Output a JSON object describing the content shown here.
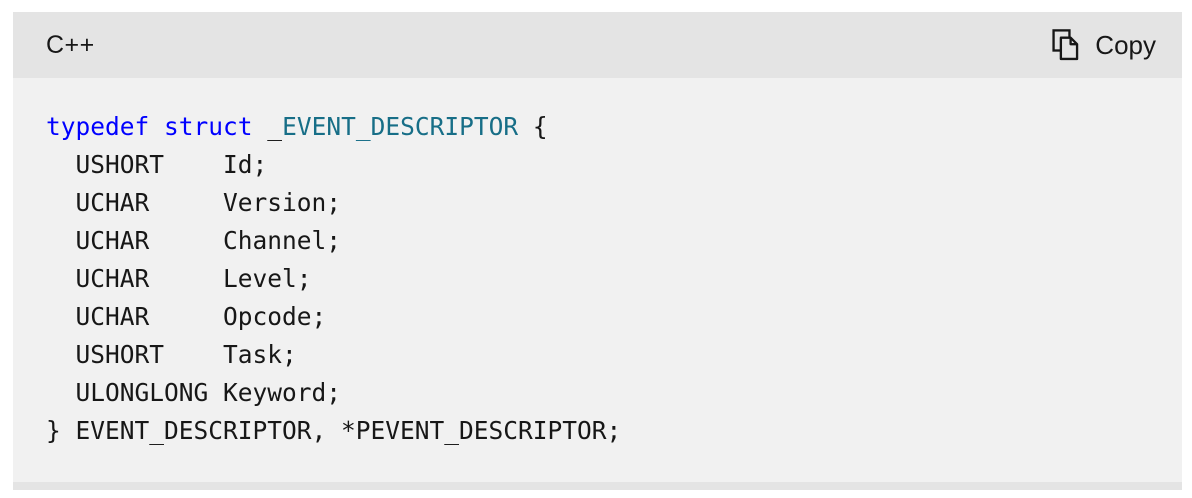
{
  "header": {
    "language_label": "C++",
    "copy_label": "Copy"
  },
  "colors": {
    "page_bg": "#ffffff",
    "header_bg": "#e4e4e4",
    "body_bg": "#f1f1f1",
    "text": "#171717",
    "keyword": "#0000ff",
    "type": "#176e87"
  },
  "code": {
    "language": "cpp",
    "lines": [
      [
        {
          "t": "typedef",
          "c": "keyword"
        },
        {
          "t": " "
        },
        {
          "t": "struct",
          "c": "keyword"
        },
        {
          "t": " _"
        },
        {
          "t": "EVENT_DESCRIPTOR",
          "c": "type"
        },
        {
          "t": " {"
        }
      ],
      [
        {
          "t": "  USHORT    Id;"
        }
      ],
      [
        {
          "t": "  UCHAR     Version;"
        }
      ],
      [
        {
          "t": "  UCHAR     Channel;"
        }
      ],
      [
        {
          "t": "  UCHAR     Level;"
        }
      ],
      [
        {
          "t": "  UCHAR     Opcode;"
        }
      ],
      [
        {
          "t": "  USHORT    Task;"
        }
      ],
      [
        {
          "t": "  ULONGLONG Keyword;"
        }
      ],
      [
        {
          "t": "} EVENT_DESCRIPTOR, *PEVENT_DESCRIPTOR;"
        }
      ]
    ]
  }
}
